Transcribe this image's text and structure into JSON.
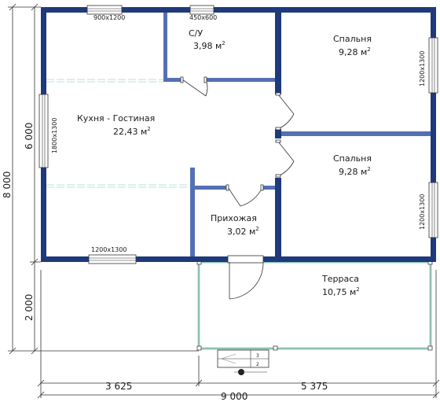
{
  "rooms": {
    "su": {
      "name": "С/У",
      "area": "3,98 м",
      "sup": "2"
    },
    "kitchen": {
      "name": "Кухня - Гостиная",
      "area": "22,43 м",
      "sup": "2"
    },
    "bedroom1": {
      "name": "Спальня",
      "area": "9,28 м",
      "sup": "2"
    },
    "bedroom2": {
      "name": "Спальня",
      "area": "9,28 м",
      "sup": "2"
    },
    "hall": {
      "name": "Прихожая",
      "area": "3,02 м",
      "sup": "2"
    },
    "terrace": {
      "name": "Терраса",
      "area": "10,75 м",
      "sup": "2"
    }
  },
  "windows": {
    "top_left": "900x1200",
    "top_su": "450x600",
    "left": "1800x1300",
    "bottom_left": "1200x1300",
    "right_top": "1200x1300",
    "right_bottom": "1200x1300"
  },
  "stairs": {
    "step1": "3",
    "step2": "2"
  },
  "dimensions": {
    "left_total": "8 000",
    "left_house": "6 000",
    "left_terrace": "2 000",
    "bottom_left": "3 625",
    "bottom_right": "5 375",
    "bottom_total": "9 000"
  },
  "colors": {
    "wall": "#1f3a7a",
    "wall_dark": "#0f2358",
    "partition": "#5470b5",
    "terrace_edge": "#9fd6c8",
    "line": "#333333"
  }
}
